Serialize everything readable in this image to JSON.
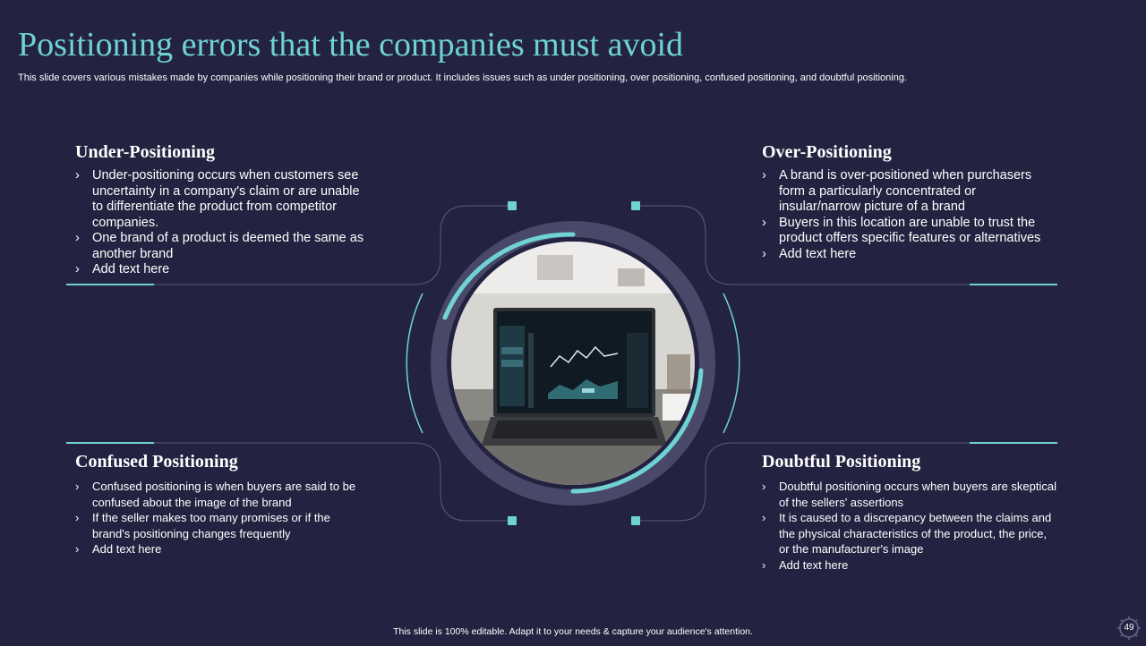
{
  "title": "Positioning errors that the companies must avoid",
  "subtitle": "This slide covers various mistakes made by companies while positioning their brand or product. It includes issues such as under positioning, over positioning, confused positioning, and doubtful positioning.",
  "colors": {
    "background": "#232241",
    "accent": "#6fd3d3",
    "ring": "#4a4868"
  },
  "sections": {
    "under": {
      "heading": "Under-Positioning",
      "points": [
        "Under-positioning occurs when customers see uncertainty in a company's claim or are unable to differentiate the product from competitor companies.",
        "One brand of a product is deemed the same as another brand",
        "Add text here"
      ]
    },
    "over": {
      "heading": "Over-Positioning",
      "points": [
        "A brand is over-positioned when purchasers form a particularly concentrated or insular/narrow picture of a brand",
        "Buyers in this location are unable to trust the product offers specific features or alternatives",
        "Add text here"
      ]
    },
    "confused": {
      "heading": "Confused Positioning",
      "points": [
        "Confused positioning is when buyers are said to be confused about the image of the brand",
        "If the seller makes too many promises or if the brand's positioning changes frequently",
        "Add text here"
      ]
    },
    "doubtful": {
      "heading": "Doubtful Positioning",
      "points": [
        "Doubtful positioning occurs when buyers are skeptical of the sellers' assertions",
        "It is caused to a discrepancy between the claims and the physical characteristics of the product, the price, or the manufacturer's image",
        "Add text here"
      ]
    }
  },
  "center_image": {
    "icon": "laptop-stock-chart-photo"
  },
  "footer": "This slide is 100% editable. Adapt it to your needs & capture your audience's attention.",
  "page_number": "49"
}
